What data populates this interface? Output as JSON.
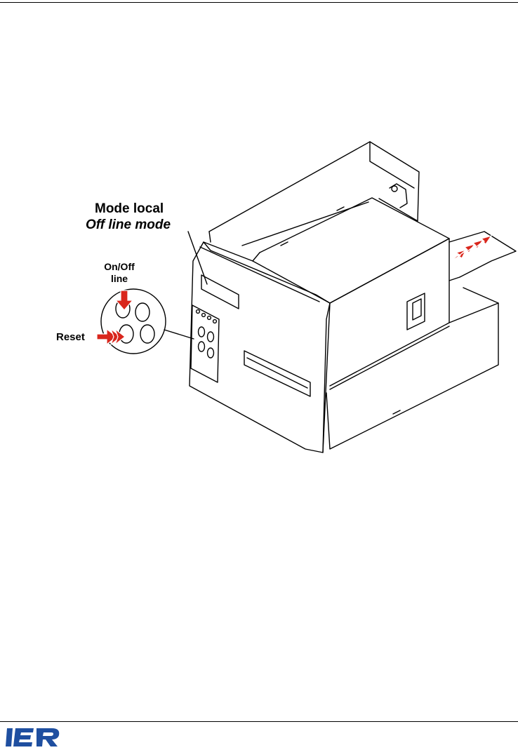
{
  "labels": {
    "mode_local": "Mode local",
    "offline_mode": "Off line mode",
    "onoff_line1": "On/Off",
    "onoff_line2": "line",
    "reset": "Reset"
  },
  "logo": {
    "text": "IER",
    "color": "#1f4fa0"
  },
  "colors": {
    "arrow": "#d9261c",
    "line": "#000000"
  }
}
